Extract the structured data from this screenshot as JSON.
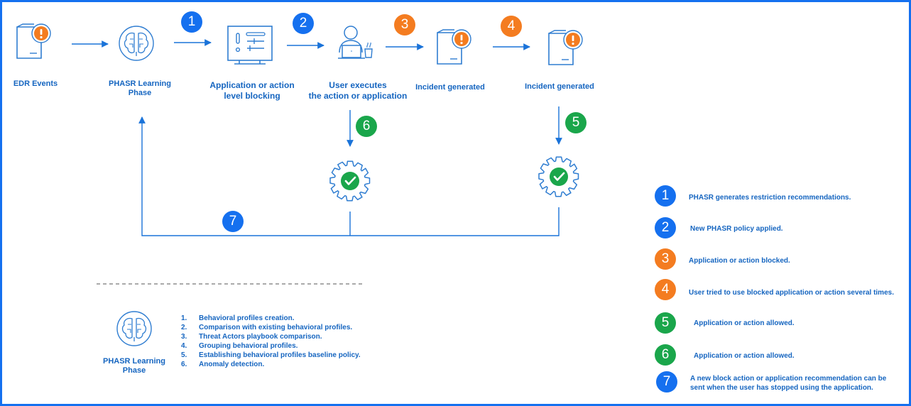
{
  "colors": {
    "blue": "#1570ef",
    "orange": "#f47c20",
    "green": "#1aa64b",
    "text": "#1565c0",
    "line": "#1a73d9",
    "icon": "#2f7dd1"
  },
  "flow": {
    "nodes": [
      {
        "id": "edr",
        "label": "EDR Events",
        "icon": "document-alert-icon"
      },
      {
        "id": "learning",
        "label": "PHASR Learning\nPhase",
        "icon": "brain-icon"
      },
      {
        "id": "blocking",
        "label": "Application or action\nlevel blocking",
        "icon": "policy-board-icon"
      },
      {
        "id": "user",
        "label": "User executes\nthe action or application",
        "icon": "user-laptop-icon"
      },
      {
        "id": "incident1",
        "label": "Incident generated",
        "icon": "document-alert-icon"
      },
      {
        "id": "incident2",
        "label": "Incident generated",
        "icon": "document-alert-icon"
      }
    ],
    "badges": [
      {
        "number": "1",
        "color": "blue"
      },
      {
        "number": "2",
        "color": "blue"
      },
      {
        "number": "3",
        "color": "orange"
      },
      {
        "number": "4",
        "color": "orange"
      },
      {
        "number": "5",
        "color": "green"
      },
      {
        "number": "6",
        "color": "green"
      },
      {
        "number": "7",
        "color": "blue"
      }
    ]
  },
  "learning_box": {
    "title": "PHASR Learning\nPhase",
    "steps": [
      {
        "num": "1.",
        "text": "Behavioral profiles creation."
      },
      {
        "num": "2.",
        "text": "Comparison with existing behavioral profiles."
      },
      {
        "num": "3.",
        "text": "Threat Actors playbook comparison."
      },
      {
        "num": "4.",
        "text": "Grouping behavioral profiles."
      },
      {
        "num": "5.",
        "text": "Establishing behavioral profiles baseline policy."
      },
      {
        "num": "6.",
        "text": "Anomaly detection."
      }
    ]
  },
  "legend": [
    {
      "number": "1",
      "color": "blue",
      "text": "PHASR generates restriction recommendations."
    },
    {
      "number": "2",
      "color": "blue",
      "text": "New PHASR policy applied."
    },
    {
      "number": "3",
      "color": "orange",
      "text": "Application or action blocked."
    },
    {
      "number": "4",
      "color": "orange",
      "text": "User tried to use blocked application or action several times."
    },
    {
      "number": "5",
      "color": "green",
      "text": "Application or action allowed."
    },
    {
      "number": "6",
      "color": "green",
      "text": "Application or action allowed."
    },
    {
      "number": "7",
      "color": "blue",
      "text": "A new block action or application recommendation can be\nsent when the user has stopped using the application."
    }
  ]
}
